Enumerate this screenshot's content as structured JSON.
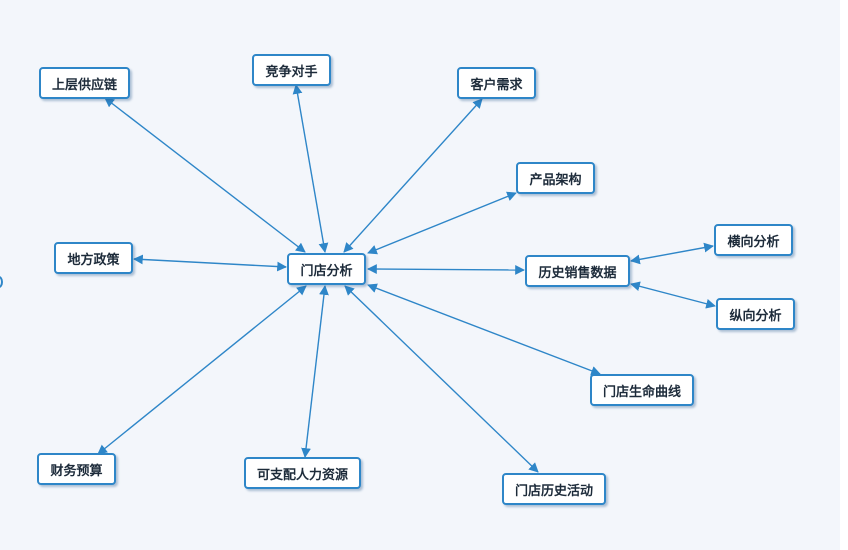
{
  "diagram": {
    "center": "门店分析",
    "nodes": {
      "upstream": "上层供应链",
      "competitor": "竞争对手",
      "customer": "客户需求",
      "product": "产品架构",
      "local_policy": "地方政策",
      "history_sales": "历史销售数据",
      "horizontal": "横向分析",
      "vertical": "纵向分析",
      "lifecycle": "门店生命曲线",
      "budget": "财务预算",
      "hr": "可支配人力资源",
      "history_activity": "门店历史活动"
    },
    "colors": {
      "line": "#2e86c8",
      "node_border": "#2e86c8",
      "background": "#f3f6fb"
    }
  }
}
